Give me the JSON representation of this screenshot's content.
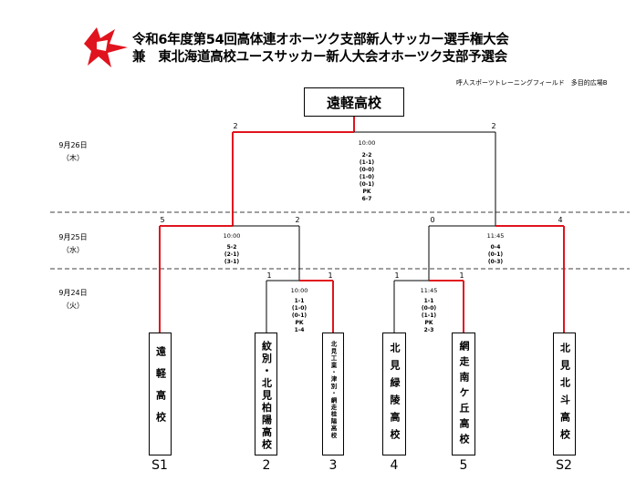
{
  "title": {
    "line1": "令和6年度第54回高体連オホーツク支部新人サッカー選手権大会",
    "line2": "兼　東北海道高校ユースサッカー新人大会オホーツク支部予選会"
  },
  "venue": "呼人スポーツトレーニングフィールド　多目的広場B",
  "champion": "遠軽高校",
  "dates": [
    {
      "date": "9月26日",
      "day": "（木）"
    },
    {
      "date": "9月25日",
      "day": "（水）"
    },
    {
      "date": "9月24日",
      "day": "（火）"
    }
  ],
  "final": {
    "time": "10:00",
    "score_left": "2",
    "score_right": "2",
    "detail": [
      "2-2",
      "(1-1)",
      "(0-0)",
      "(1-0)",
      "(0-1)",
      "PK",
      "6-7"
    ]
  },
  "semi_left": {
    "time": "10:00",
    "score_left": "5",
    "score_right": "2",
    "detail": [
      "5-2",
      "(2-1)",
      "(3-1)"
    ]
  },
  "semi_right": {
    "time": "11:45",
    "score_left": "0",
    "score_right": "4",
    "detail": [
      "0-4",
      "(0-1)",
      "(0-3)"
    ]
  },
  "r1_left": {
    "time": "10:00",
    "score_left": "1",
    "score_right": "1",
    "detail": [
      "1-1",
      "(1-0)",
      "(0-1)",
      "PK",
      "1-4"
    ]
  },
  "r1_right": {
    "time": "11:45",
    "score_left": "1",
    "score_right": "1",
    "detail": [
      "1-1",
      "(0-0)",
      "(1-1)",
      "PK",
      "2-3"
    ]
  },
  "teams": [
    {
      "name": "遠軽高校",
      "seed": "S1"
    },
    {
      "name": "紋別・北見柏陽高校",
      "seed": "2"
    },
    {
      "name": "北見工業・津別・網走桂陽高校",
      "seed": "3"
    },
    {
      "name": "北見緑陵高校",
      "seed": "4"
    },
    {
      "name": "網走南ケ丘高校",
      "seed": "5"
    },
    {
      "name": "北見北斗高校",
      "seed": "S2"
    }
  ],
  "colors": {
    "win": "#e0141e",
    "line": "#000000",
    "logo": "#e0141e"
  }
}
